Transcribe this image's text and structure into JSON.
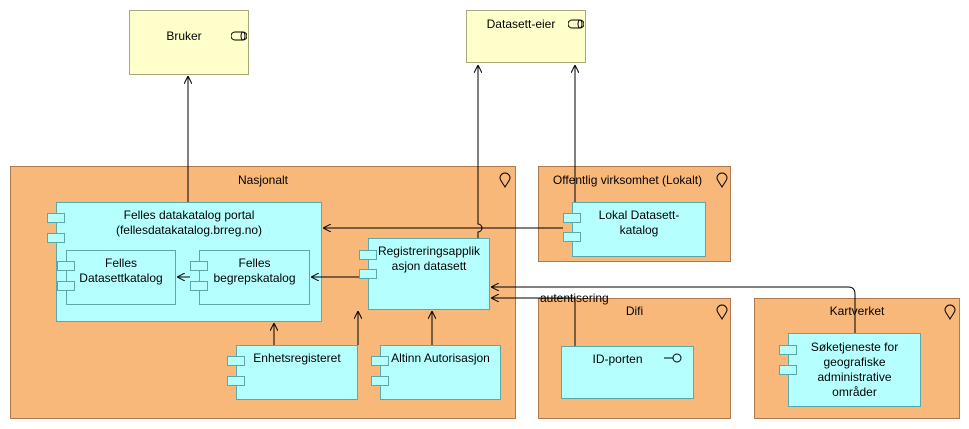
{
  "actors": {
    "bruker": "Bruker",
    "datasett_eier": "Datasett-eier"
  },
  "locations": {
    "nasjonalt": "Nasjonalt",
    "offentlig": "Offentlig virksomhet (Lokalt)",
    "difi": "Difi",
    "kartverket": "Kartverket"
  },
  "components": {
    "portal_line1": "Felles datakatalog portal",
    "portal_line2": "(fellesdatakatalog.brreg.no)",
    "datasettkatalog_line1": "Felles",
    "datasettkatalog_line2": "Datasettkatalog",
    "begrepskatalog_line1": "Felles",
    "begrepskatalog_line2": "begrepskatalog",
    "registrering_line1": "Registreringsapplik",
    "registrering_line2": "asjon datasett",
    "enhetsregisteret": "Enhetsregisteret",
    "altinn": "Altinn Autorisasjon",
    "lokal_line1": "Lokal Datasett-",
    "lokal_line2": "katalog",
    "idporten": "ID-porten",
    "soke_line1": "Søketjeneste for",
    "soke_line2": "geografiske",
    "soke_line3": "administrative",
    "soke_line4": "områder"
  },
  "edge_labels": {
    "autentisering": "autentisering"
  },
  "colors": {
    "actor_fill": "#ffffcc",
    "location_fill": "#f8b87a",
    "component_fill": "#b5ffff"
  }
}
